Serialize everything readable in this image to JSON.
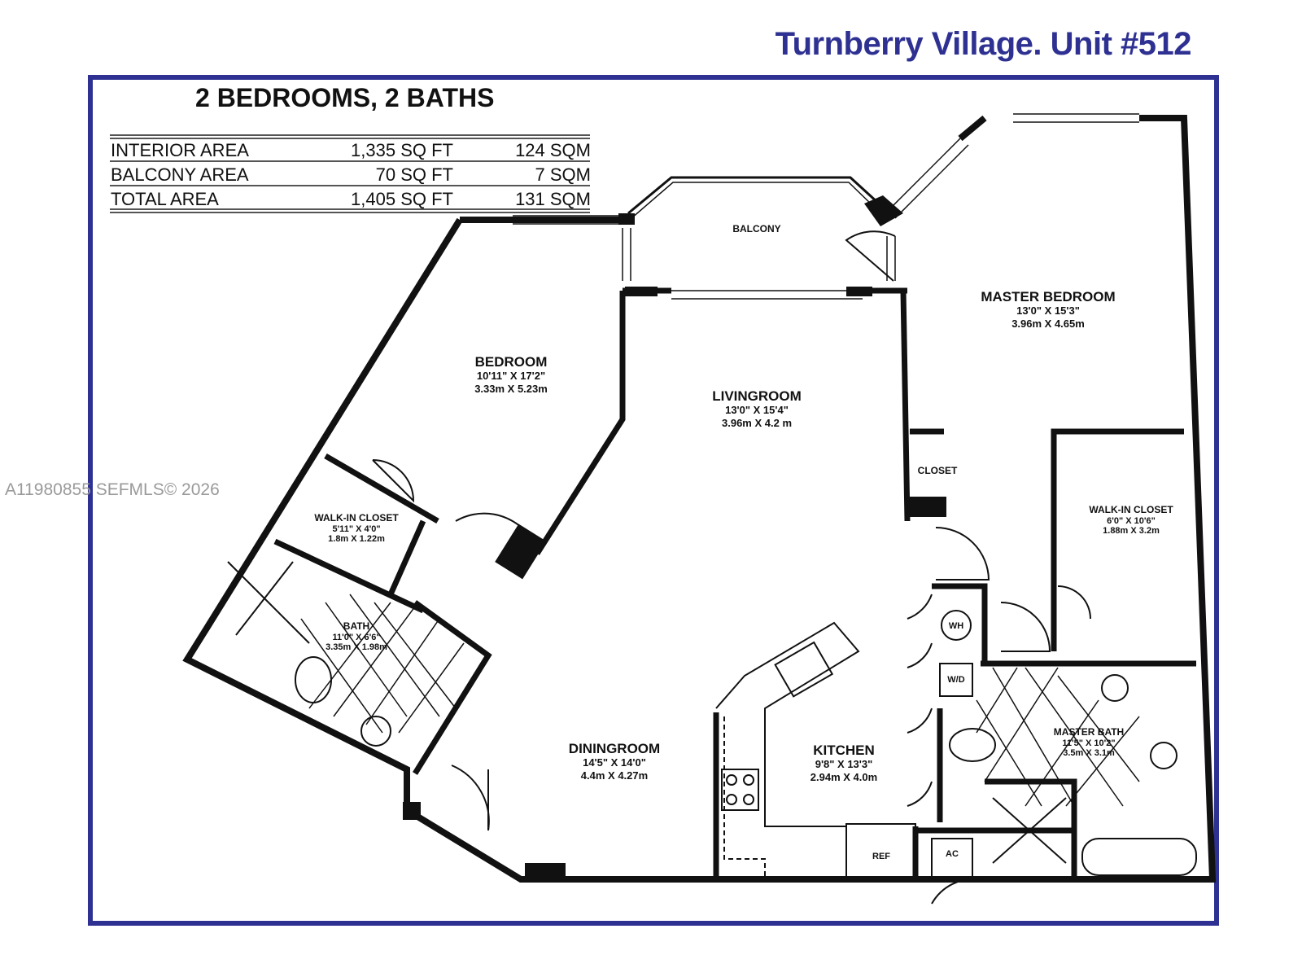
{
  "header": {
    "title": "Turnberry Village. Unit #512"
  },
  "watermark": {
    "text": "A11980855  SEFMLS© 2026"
  },
  "summary": {
    "heading": "2 BEDROOMS, 2 BATHS",
    "rows": [
      {
        "label": "INTERIOR AREA",
        "sqft": "1,335 SQ FT",
        "sqm": "124 SQM"
      },
      {
        "label": "BALCONY AREA",
        "sqft": "70 SQ FT",
        "sqm": "7 SQM"
      },
      {
        "label": "TOTAL AREA",
        "sqft": "1,405 SQ FT",
        "sqm": "131 SQM"
      }
    ]
  },
  "rooms": {
    "balcony": {
      "name": "BALCONY"
    },
    "master_bedroom": {
      "name": "MASTER BEDROOM",
      "dim_ft": "13'0\" X 15'3\"",
      "dim_m": "3.96m X 4.65m"
    },
    "bedroom": {
      "name": "BEDROOM",
      "dim_ft": "10'11\" X 17'2\"",
      "dim_m": "3.33m X 5.23m"
    },
    "livingroom": {
      "name": "LIVINGROOM",
      "dim_ft": "13'0\" X 15'4\"",
      "dim_m": "3.96m X 4.2 m"
    },
    "closet": {
      "name": "CLOSET"
    },
    "walk_in_closet_1": {
      "name": "WALK-IN CLOSET",
      "dim_ft": "5'11\" X 4'0\"",
      "dim_m": "1.8m X 1.22m"
    },
    "walk_in_closet_2": {
      "name": "WALK-IN CLOSET",
      "dim_ft": "6'0\" X 10'6\"",
      "dim_m": "1.88m X 3.2m"
    },
    "bath": {
      "name": "BATH",
      "dim_ft": "11'0\" X 6'6\"",
      "dim_m": "3.35m X 1.98m"
    },
    "diningroom": {
      "name": "DININGROOM",
      "dim_ft": "14'5\" X 14'0\"",
      "dim_m": "4.4m X 4.27m"
    },
    "kitchen": {
      "name": "KITCHEN",
      "dim_ft": "9'8\" X 13'3\"",
      "dim_m": "2.94m X 4.0m"
    },
    "master_bath": {
      "name": "MASTER BATH",
      "dim_ft": "11'5\" X 10'2\"",
      "dim_m": "3.5m X 3.1m"
    }
  },
  "fixtures": {
    "wh": "WH",
    "wd": "W/D",
    "ref": "REF",
    "ac": "AC"
  },
  "colors": {
    "title": "#2e3192",
    "frame": "#2e3192",
    "walls": "#111111",
    "watermark": "#9a9a9a"
  }
}
